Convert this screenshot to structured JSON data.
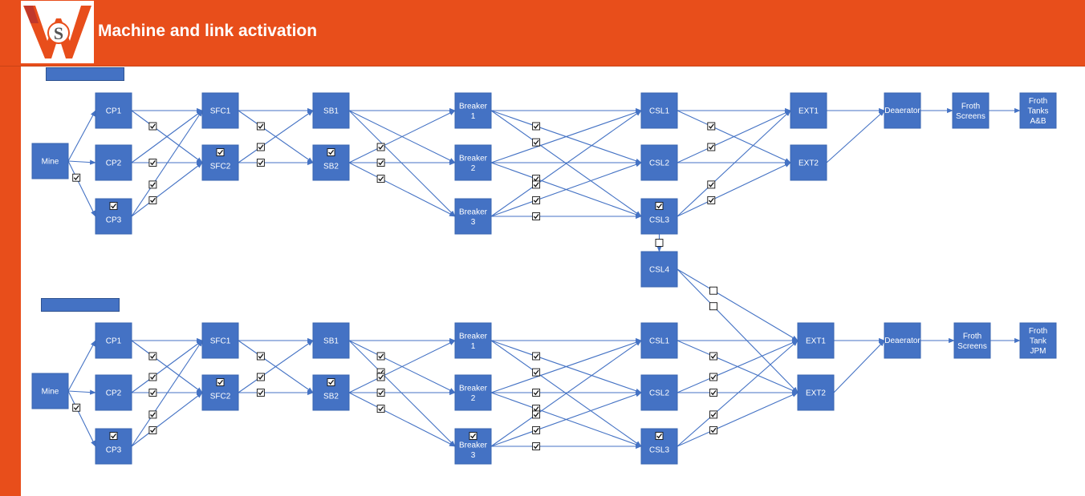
{
  "header": {
    "title": "Machine and link activation",
    "logo_letter": "S",
    "colors": {
      "brand": "#E84E1B",
      "node": "#4472C4",
      "edge": "#4472C4"
    }
  },
  "networks": [
    {
      "id": "top",
      "nodes": [
        {
          "id": "Mine",
          "label": [
            "Mine"
          ]
        },
        {
          "id": "CP1",
          "label": [
            "CP1"
          ]
        },
        {
          "id": "CP2",
          "label": [
            "CP2"
          ]
        },
        {
          "id": "CP3",
          "label": [
            "CP3"
          ],
          "checkbox": true
        },
        {
          "id": "SFC1",
          "label": [
            "SFC1"
          ]
        },
        {
          "id": "SFC2",
          "label": [
            "SFC2"
          ],
          "checkbox": true
        },
        {
          "id": "SB1",
          "label": [
            "SB1"
          ]
        },
        {
          "id": "SB2",
          "label": [
            "SB2"
          ],
          "checkbox": true
        },
        {
          "id": "BR1",
          "label": [
            "Breaker",
            "1"
          ]
        },
        {
          "id": "BR2",
          "label": [
            "Breaker",
            "2"
          ]
        },
        {
          "id": "BR3",
          "label": [
            "Breaker",
            "3"
          ]
        },
        {
          "id": "CSL1",
          "label": [
            "CSL1"
          ]
        },
        {
          "id": "CSL2",
          "label": [
            "CSL2"
          ]
        },
        {
          "id": "CSL3",
          "label": [
            "CSL3"
          ],
          "checkbox": true
        },
        {
          "id": "EXT1",
          "label": [
            "EXT1"
          ]
        },
        {
          "id": "EXT2",
          "label": [
            "EXT2"
          ]
        },
        {
          "id": "DEA",
          "label": [
            "Deaerator"
          ]
        },
        {
          "id": "FS",
          "label": [
            "Froth",
            "Screens"
          ]
        },
        {
          "id": "FT",
          "label": [
            "Froth",
            "Tanks",
            "A&B"
          ]
        }
      ],
      "edges": [
        [
          "Mine",
          "CP1"
        ],
        [
          "Mine",
          "CP2"
        ],
        [
          "Mine",
          "CP3",
          true
        ],
        [
          "CP1",
          "SFC1"
        ],
        [
          "CP1",
          "SFC2",
          true
        ],
        [
          "CP2",
          "SFC1"
        ],
        [
          "CP2",
          "SFC2",
          true
        ],
        [
          "CP3",
          "SFC1",
          true
        ],
        [
          "CP3",
          "SFC2",
          true
        ],
        [
          "SFC1",
          "SB1"
        ],
        [
          "SFC1",
          "SB2",
          true
        ],
        [
          "SFC2",
          "SB1",
          true
        ],
        [
          "SFC2",
          "SB2",
          true
        ],
        [
          "SB1",
          "BR1"
        ],
        [
          "SB1",
          "BR2"
        ],
        [
          "SB1",
          "BR3"
        ],
        [
          "SB2",
          "BR1",
          true
        ],
        [
          "SB2",
          "BR2",
          true
        ],
        [
          "SB2",
          "BR3",
          true
        ],
        [
          "BR1",
          "CSL1"
        ],
        [
          "BR1",
          "CSL2",
          true
        ],
        [
          "BR1",
          "CSL3",
          true
        ],
        [
          "BR2",
          "CSL1"
        ],
        [
          "BR2",
          "CSL2"
        ],
        [
          "BR2",
          "CSL3",
          true
        ],
        [
          "BR3",
          "CSL1",
          true
        ],
        [
          "BR3",
          "CSL2",
          true
        ],
        [
          "BR3",
          "CSL3",
          true
        ],
        [
          "CSL1",
          "EXT1"
        ],
        [
          "CSL1",
          "EXT2",
          true
        ],
        [
          "CSL2",
          "EXT1",
          true
        ],
        [
          "CSL2",
          "EXT2"
        ],
        [
          "CSL3",
          "EXT1",
          true
        ],
        [
          "CSL3",
          "EXT2",
          true
        ],
        [
          "EXT1",
          "DEA"
        ],
        [
          "EXT2",
          "DEA"
        ],
        [
          "DEA",
          "FS"
        ],
        [
          "FS",
          "FT"
        ]
      ]
    },
    {
      "id": "bottom",
      "nodes": [
        {
          "id": "Mine",
          "label": [
            "Mine"
          ]
        },
        {
          "id": "CP1",
          "label": [
            "CP1"
          ]
        },
        {
          "id": "CP2",
          "label": [
            "CP2"
          ]
        },
        {
          "id": "CP3",
          "label": [
            "CP3"
          ],
          "checkbox": true
        },
        {
          "id": "SFC1",
          "label": [
            "SFC1"
          ]
        },
        {
          "id": "SFC2",
          "label": [
            "SFC2"
          ],
          "checkbox": true
        },
        {
          "id": "SB1",
          "label": [
            "SB1"
          ]
        },
        {
          "id": "SB2",
          "label": [
            "SB2"
          ],
          "checkbox": true
        },
        {
          "id": "BR1",
          "label": [
            "Breaker",
            "1"
          ]
        },
        {
          "id": "BR2",
          "label": [
            "Breaker",
            "2"
          ]
        },
        {
          "id": "BR3",
          "label": [
            "Breaker",
            "3"
          ],
          "checkbox": true
        },
        {
          "id": "CSL1",
          "label": [
            "CSL1"
          ]
        },
        {
          "id": "CSL2",
          "label": [
            "CSL2"
          ]
        },
        {
          "id": "CSL3",
          "label": [
            "CSL3"
          ],
          "checkbox": true
        },
        {
          "id": "EXT1",
          "label": [
            "EXT1"
          ]
        },
        {
          "id": "EXT2",
          "label": [
            "EXT2"
          ]
        },
        {
          "id": "DEA",
          "label": [
            "Deaerator"
          ]
        },
        {
          "id": "FS",
          "label": [
            "Froth",
            "Screens"
          ]
        },
        {
          "id": "FT",
          "label": [
            "Froth",
            "Tank",
            "JPM"
          ]
        }
      ],
      "edges": [
        [
          "Mine",
          "CP1"
        ],
        [
          "Mine",
          "CP2"
        ],
        [
          "Mine",
          "CP3",
          true
        ],
        [
          "CP1",
          "SFC1"
        ],
        [
          "CP1",
          "SFC2",
          true
        ],
        [
          "CP2",
          "SFC1",
          true
        ],
        [
          "CP2",
          "SFC2",
          true
        ],
        [
          "CP3",
          "SFC1",
          true
        ],
        [
          "CP3",
          "SFC2",
          true
        ],
        [
          "SFC1",
          "SB1"
        ],
        [
          "SFC1",
          "SB2",
          true
        ],
        [
          "SFC2",
          "SB1",
          true
        ],
        [
          "SFC2",
          "SB2",
          true
        ],
        [
          "SB1",
          "BR1"
        ],
        [
          "SB1",
          "BR2",
          true
        ],
        [
          "SB1",
          "BR3",
          true
        ],
        [
          "SB2",
          "BR1",
          true
        ],
        [
          "SB2",
          "BR2",
          true
        ],
        [
          "SB2",
          "BR3",
          true
        ],
        [
          "BR1",
          "CSL1"
        ],
        [
          "BR1",
          "CSL2",
          true
        ],
        [
          "BR1",
          "CSL3",
          true
        ],
        [
          "BR2",
          "CSL1"
        ],
        [
          "BR2",
          "CSL2",
          true
        ],
        [
          "BR2",
          "CSL3",
          true
        ],
        [
          "BR3",
          "CSL1",
          true
        ],
        [
          "BR3",
          "CSL2",
          true
        ],
        [
          "BR3",
          "CSL3",
          true
        ],
        [
          "CSL1",
          "EXT1"
        ],
        [
          "CSL1",
          "EXT2",
          true
        ],
        [
          "CSL2",
          "EXT1",
          true
        ],
        [
          "CSL2",
          "EXT2",
          true
        ],
        [
          "CSL3",
          "EXT1",
          true
        ],
        [
          "CSL3",
          "EXT2",
          true
        ],
        [
          "EXT1",
          "DEA"
        ],
        [
          "EXT2",
          "DEA"
        ],
        [
          "DEA",
          "FS"
        ],
        [
          "FS",
          "FT"
        ]
      ]
    }
  ],
  "bridge": {
    "node": {
      "id": "CSL4",
      "label": [
        "CSL4"
      ]
    },
    "edges": [
      {
        "from": "top.CSL3",
        "to": "CSL4",
        "checked": false
      },
      {
        "from": "CSL4",
        "to": "bottom.EXT1",
        "checked": false
      },
      {
        "from": "CSL4",
        "to": "bottom.EXT2",
        "checked": false
      }
    ]
  }
}
